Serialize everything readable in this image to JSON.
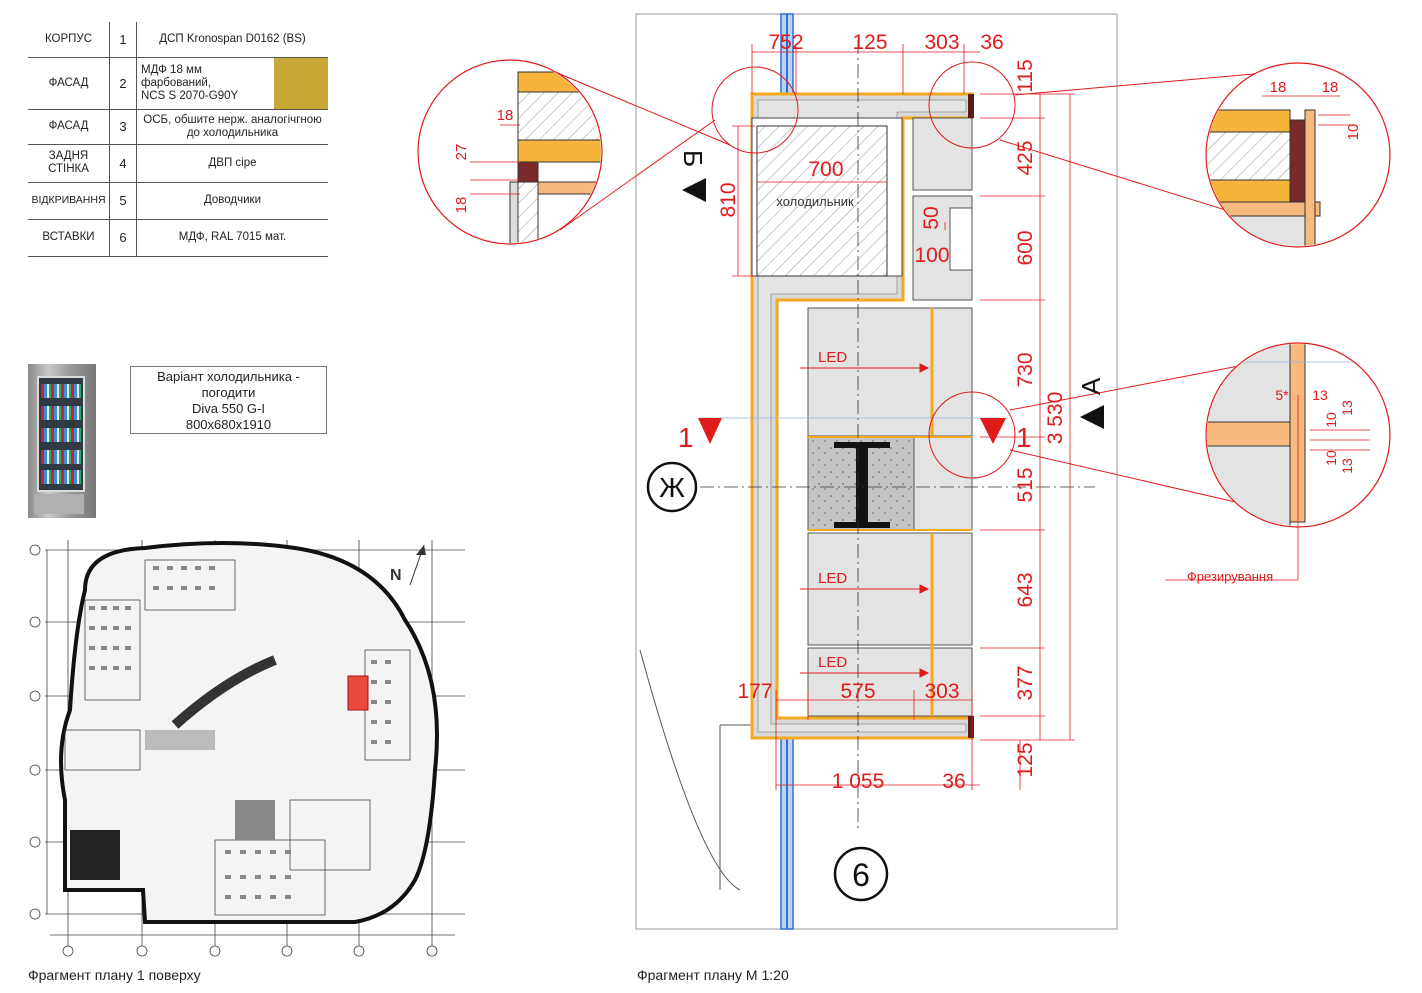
{
  "legend": {
    "rows": [
      {
        "name": "КОРПУС",
        "num": "1",
        "desc": "ДСП Kronospan D0162 (BS)"
      },
      {
        "name": "ФАСАД",
        "num": "2",
        "desc_lines": [
          "МДФ 18 мм",
          "фарбований,",
          "NCS S 2070-G90Y"
        ],
        "swatch": "#c8a836"
      },
      {
        "name": "ФАСАД",
        "num": "3",
        "desc_lines": [
          "ОСБ, обшите нерж. аналогічгною",
          "до холодильника"
        ]
      },
      {
        "name_lines": [
          "ЗАДНЯ",
          "СТІНКА"
        ],
        "num": "4",
        "desc": "ДВП сіре"
      },
      {
        "name": "ВІДКРИВАННЯ",
        "num": "5",
        "desc": "Доводчики"
      },
      {
        "name": "ВСТАВКИ",
        "num": "6",
        "desc": "МДФ, RAL 7015 мат."
      }
    ]
  },
  "fridge_note": {
    "lines": [
      "Варіант холодильника -",
      "погодити",
      "Diva 550 G-I",
      "800х680х1910"
    ]
  },
  "captions": {
    "floor_plan": "Фрагмент плану 1 поверху",
    "detail_plan": "Фрагмент плану М 1:20"
  },
  "floor_plan": {
    "north": "N"
  },
  "plan": {
    "top_dims": [
      "752",
      "125",
      "303",
      "36"
    ],
    "right_dims": [
      "115",
      "425",
      "600",
      "730",
      "515",
      "643",
      "377",
      "125"
    ],
    "total_dim": "3 530",
    "bottom_dims": [
      "177",
      "575",
      "303"
    ],
    "bottom_dims2": [
      "1 055",
      "36"
    ],
    "fridge_label": "холодильник",
    "fridge_dims": [
      "700",
      "810"
    ],
    "small_dims": [
      "50",
      "100"
    ],
    "led": "LED",
    "axis_6": "6",
    "axis_zh": "Ж",
    "section_1": "1",
    "section_b": "Б",
    "section_a": "А"
  },
  "details": {
    "left": {
      "dims": [
        "18",
        "27",
        "18"
      ]
    },
    "top_right": {
      "dims": [
        "18",
        "18",
        "10"
      ]
    },
    "mid_right": {
      "dims": [
        "5*",
        "13",
        "10",
        "13",
        "10",
        "13"
      ],
      "label": "Фрезирування"
    }
  },
  "colors": {
    "dim": "#e01b1b",
    "yellow": "#f5a91e",
    "grey": "#e3e3e3",
    "glass": "#2f6ed8",
    "highlight": "#e84a3c"
  }
}
